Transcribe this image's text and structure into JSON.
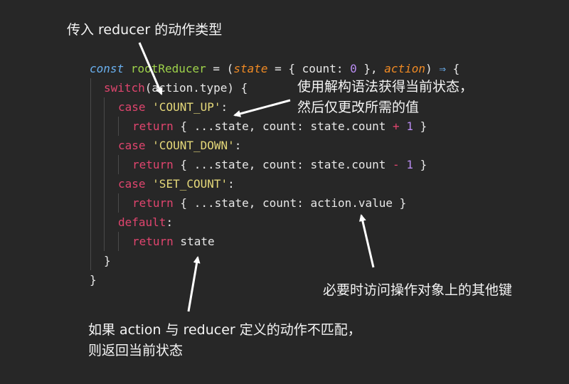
{
  "notes": {
    "top": "传入 reducer 的动作类型",
    "right_line1": "使用解构语法获得当前状态，",
    "right_line2": "然后仅更改所需的值",
    "bottom_right": "必要时访问操作对象上的其他键",
    "bottom_left_line1": "如果 action 与 reducer 定义的动作不匹配，",
    "bottom_left_line2": "则返回当前状态"
  },
  "code": {
    "l1": {
      "const": "const",
      "name": "rootReducer",
      "eq": " = (",
      "state": "state",
      "eq2": " = ",
      "obj": "{ count: ",
      "zero": "0",
      "obj_end": " }, ",
      "action": "action",
      "close": ") ",
      "arrow": "⇒",
      "brace": " {"
    },
    "l2": {
      "kw": "switch",
      "rest": "(action.type) {"
    },
    "l3": {
      "kw": "case",
      "str": "'COUNT_UP'",
      "colon": ":"
    },
    "l4": {
      "kw": "return",
      "rest": " { ...state, count: state.count ",
      "op": "+",
      "num": "1",
      "end": " }"
    },
    "l5": {
      "kw": "case",
      "str": "'COUNT_DOWN'",
      "colon": ":"
    },
    "l6": {
      "kw": "return",
      "rest": " { ...state, count: state.count ",
      "op": "-",
      "num": "1",
      "end": " }"
    },
    "l7": {
      "kw": "case",
      "str": "'SET_COUNT'",
      "colon": ":"
    },
    "l8": {
      "kw": "return",
      "rest": " { ...state, count: action.value }"
    },
    "l9": {
      "kw": "default",
      "colon": ":"
    },
    "l10": {
      "kw": "return",
      "rest": " state"
    },
    "l11": "}",
    "l12": "}"
  },
  "colors": {
    "background": "#272727",
    "keyword": "#e0456e",
    "function": "#9ed24a",
    "param": "#f08a24",
    "number": "#b98cf2",
    "string": "#e6d97a",
    "const": "#6ab0ef"
  }
}
